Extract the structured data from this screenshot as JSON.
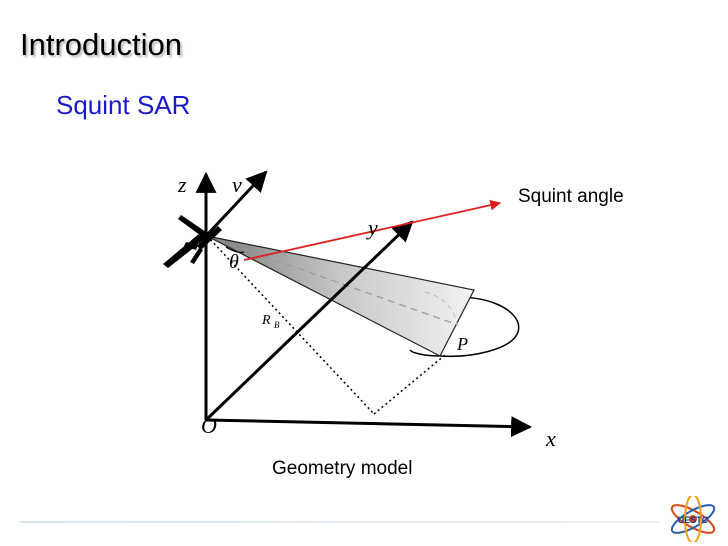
{
  "slide": {
    "title": "Introduction",
    "subtitle": "Squint SAR",
    "caption": "Geometry model",
    "squint_label": "Squint angle"
  },
  "labels": {
    "z": "z",
    "v": "v",
    "y": "y",
    "x": "x",
    "origin": "O",
    "theta": "θ",
    "rb": "R",
    "rb_sub": "B",
    "p": "P"
  },
  "logo": {
    "text": "UESTC"
  },
  "colors": {
    "title_shadow": "#b8b8b8",
    "subtitle": "#1a1acc",
    "squint_ray": "#e02020"
  }
}
